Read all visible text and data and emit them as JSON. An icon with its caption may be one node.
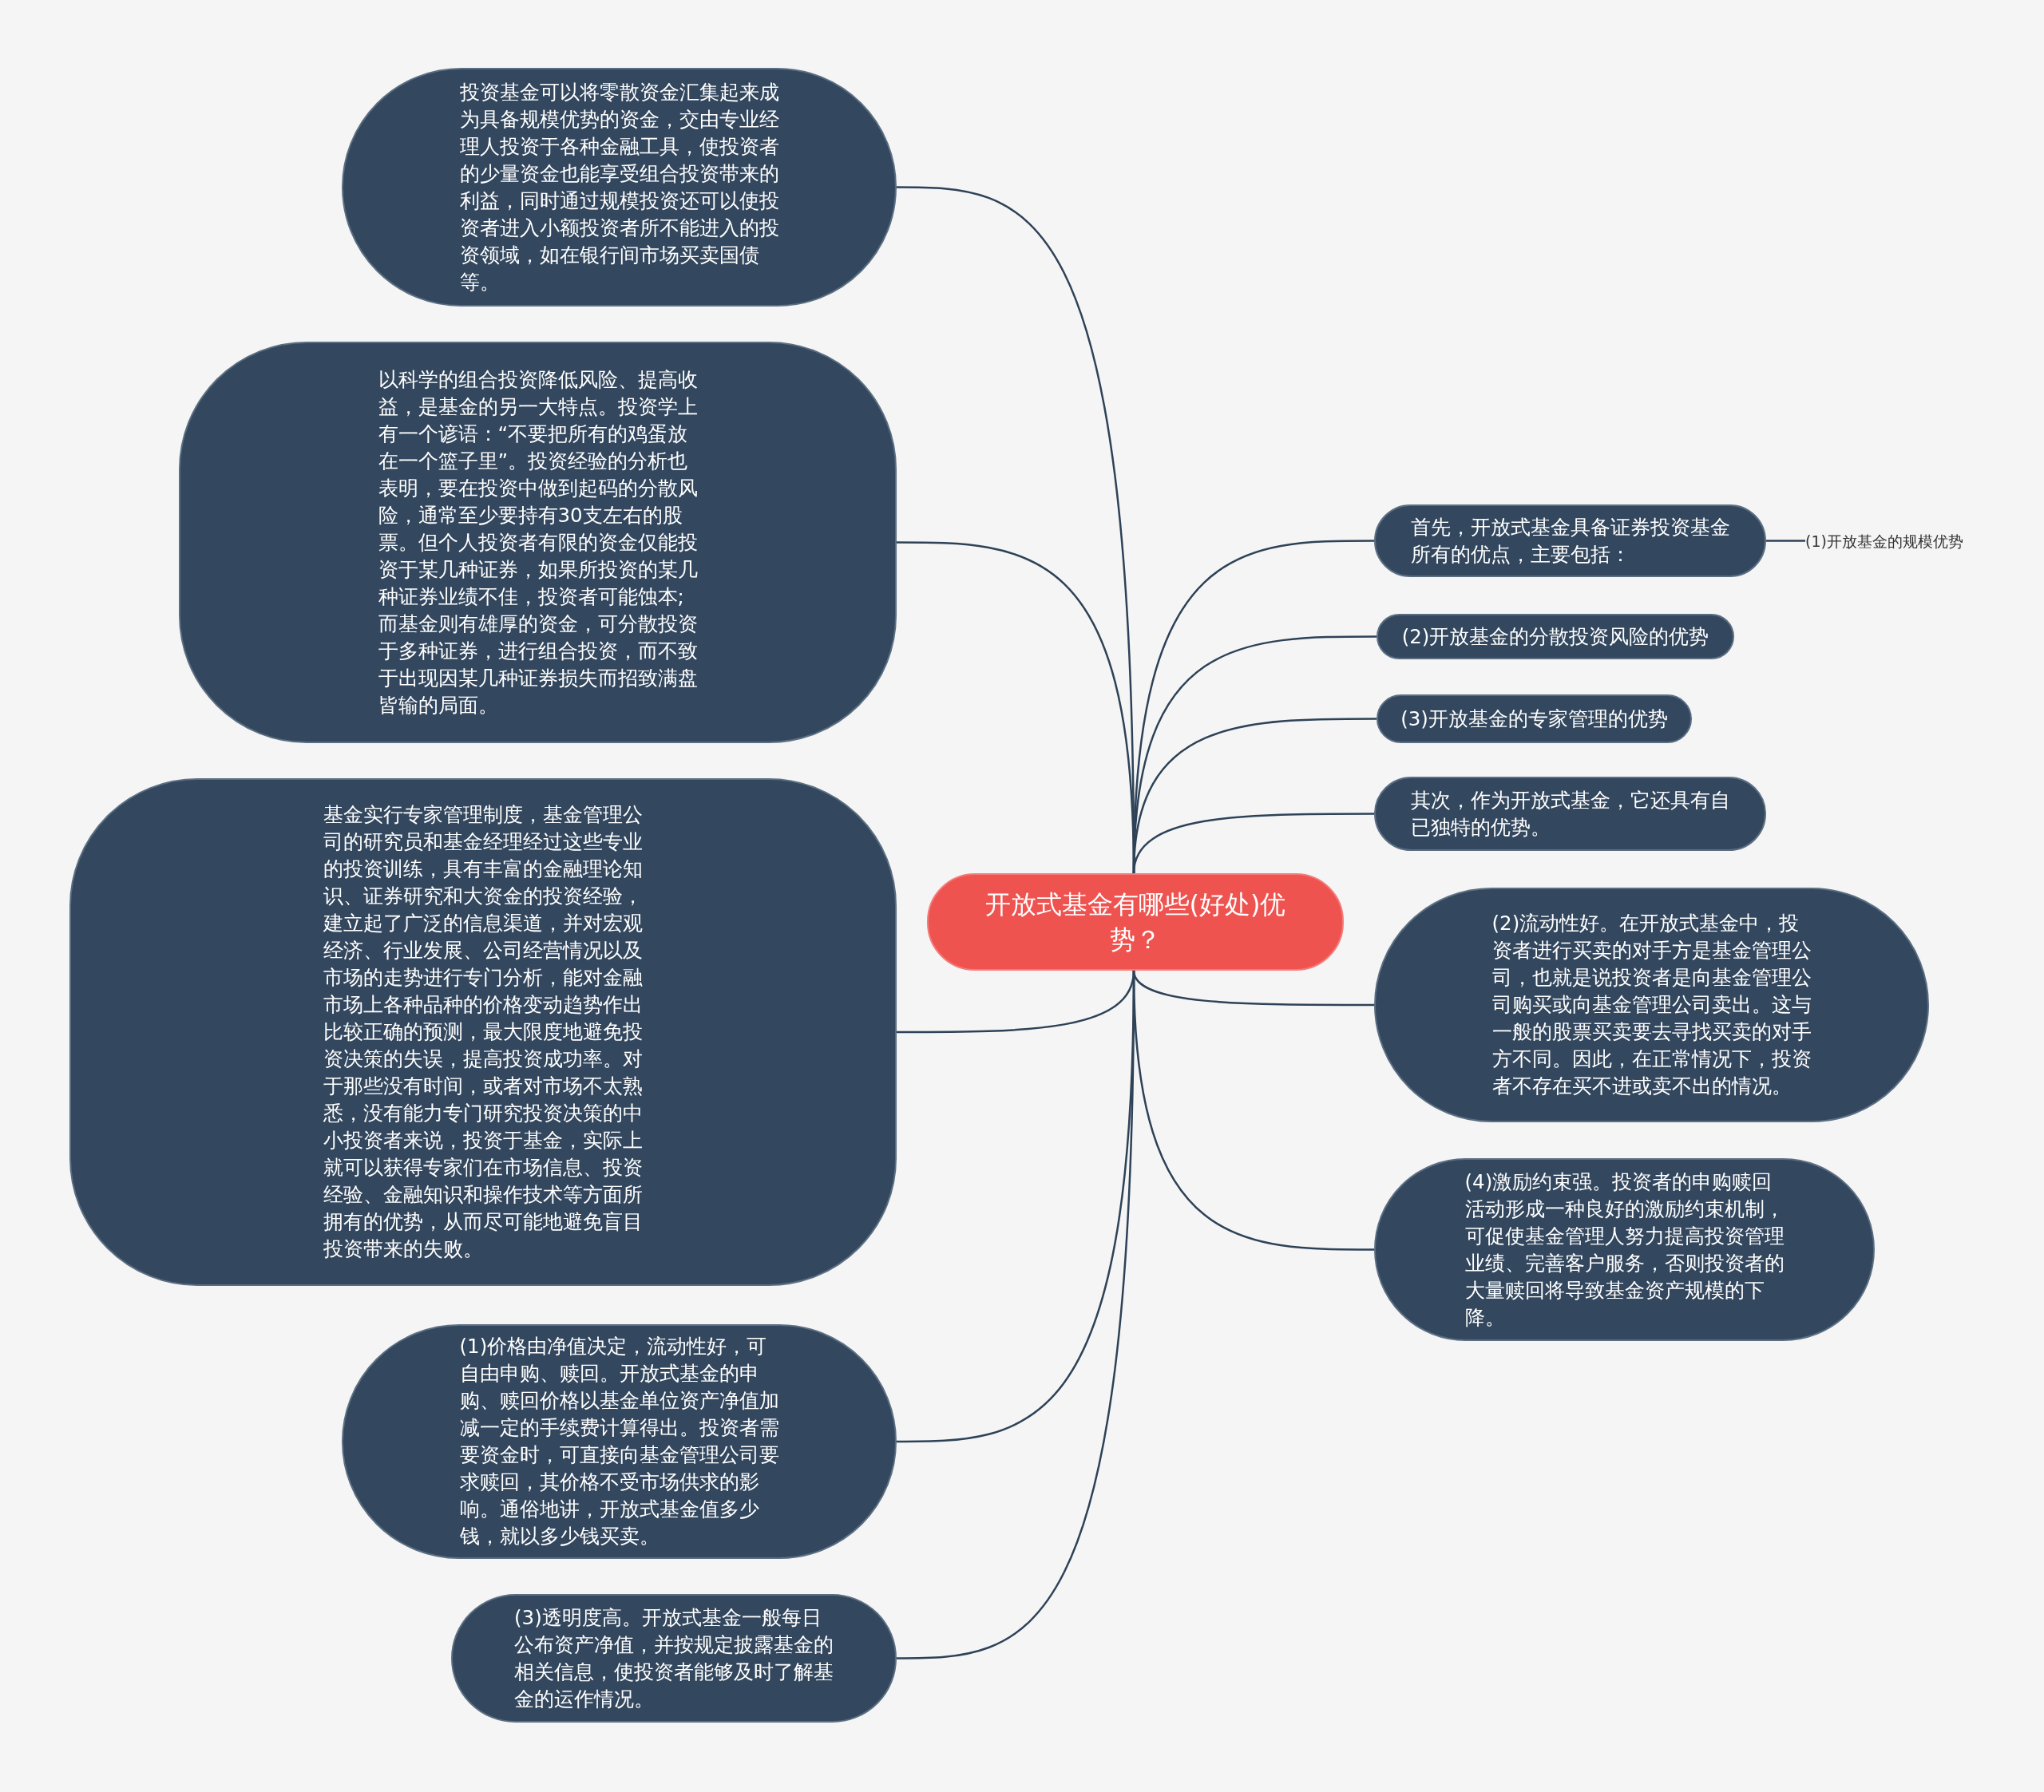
{
  "diagram": {
    "nodes": [
      {
        "text": [
          "开放式基金有哪些(好处)优势？"
        ]
      },
      {
        "text": [
          "首先，开放式基金具备证券投资基金所有的优点，主要包括："
        ]
      },
      {
        "text": [
          "(1)开放基金的规模优势"
        ]
      },
      {
        "text": [
          "(2)开放基金的分散投资风险的优势"
        ]
      },
      {
        "text": [
          "(3)开放基金的专家管理的优势"
        ]
      },
      {
        "text": [
          "其次，作为开放式基金，它还具有自已独特的优势。"
        ]
      },
      {
        "text": [
          "(2)流动性好。在开放式基金中，投资者进行买卖的对手方是基金管理公司，也就是说投资者是向基金管理公司购买或向基金管理公司卖出。这与一般的股票买卖要去寻找买卖的对手方不同。因此，在正常情况下，投资者不存在买不进或卖不出的情况。"
        ]
      },
      {
        "text": [
          "(4)激励约束强。投资者的申购赎回活动形成一种良好的激励约束机制，可促使基金管理人努力提高投资管理业绩、完善客户服务，否则投资者的大量赎回将导致基金资产规模的下降。"
        ]
      },
      {
        "text": [
          "投资基金可以将零散资金汇集起来成为具备规模优势的资金，交由专业经理人投资于各种金融工具，使投资者的少量资金也能享受组合投资带来的利益，同时通过规模投资还可以使投资者进入小额投资者所不能进入的投资领域，如在银行间市场买卖国债等。"
        ]
      },
      {
        "text": [
          "以科学的组合投资降低风险、提高收益，是基金的另一大特点。投资学上有一个谚语：“不要把所有的鸡蛋放在一个篮子里”。投资经验的分析也表明，要在投资中做到起码的分散风险，通常至少要持有30支左右的股票。但个人投资者有限的资金仅能投资于某几种证券，如果所投资的某几种证券业绩不佳，投资者可能蚀本;而基金则有雄厚的资金，可分散投资于多种证券，进行组合投资，而不致于出现因某几种证券损失而招致满盘皆输的局面。"
        ]
      },
      {
        "text": [
          "基金实行专家管理制度，基金管理公司的研究员和基金经理经过这些专业的投资训练，具有丰富的金融理论知识、证券研究和大资金的投资经验，建立起了广泛的信息渠道，并对宏观经济、行业发展、公司经营情况以及市场的走势进行专门分析，能对金融市场上各种品种的价格变动趋势作出比较正确的预测，最大限度地避免投资决策的失误，提高投资成功率。对于那些没有时间，或者对市场不太熟悉，没有能力专门研究投资决策的中小投资者来说，投资于基金，实际上就可以获得专家们在市场信息、投资经验、金融知识和操作技术等方面所拥有的优势，从而尽可能地避免盲目投资带来的失败。"
        ]
      },
      {
        "text": [
          "(1)价格由净值决定，流动性好，可自由申购、赎回。开放式基金的申购、赎回价格以基金单位资产净值加减一定的手续费计算得出。投资者需要资金时，可直接向基金管理公司要求赎回，其价格不受市场供求的影响。通俗地讲，开放式基金值多少钱，就以多少钱买卖。"
        ]
      },
      {
        "text": [
          "(3)透明度高。开放式基金一般每日公布资产净值，并按规定披露基金的相关信息，使投资者能够及时了解基金的运作情况。"
        ]
      }
    ],
    "edges": [
      {
        "from": 0,
        "to": 1,
        "arrow": "none"
      },
      {
        "from": 1,
        "to": 2,
        "arrow": "none"
      },
      {
        "from": 0,
        "to": 3,
        "arrow": "none"
      },
      {
        "from": 0,
        "to": 4,
        "arrow": "none"
      },
      {
        "from": 0,
        "to": 5,
        "arrow": "none"
      },
      {
        "from": 0,
        "to": 6,
        "arrow": "none"
      },
      {
        "from": 0,
        "to": 7,
        "arrow": "none"
      },
      {
        "from": 0,
        "to": 8,
        "arrow": "none"
      },
      {
        "from": 0,
        "to": 9,
        "arrow": "none"
      },
      {
        "from": 0,
        "to": 10,
        "arrow": "none"
      },
      {
        "from": 0,
        "to": 11,
        "arrow": "none"
      },
      {
        "from": 0,
        "to": 12,
        "arrow": "none"
      }
    ]
  }
}
